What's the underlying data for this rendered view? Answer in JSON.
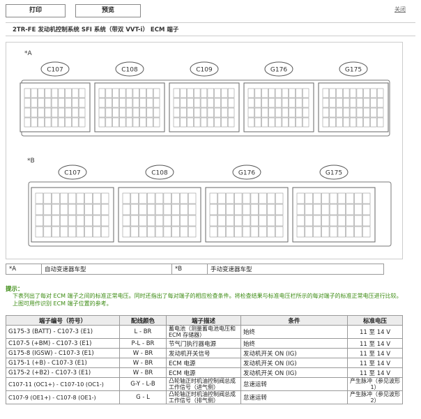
{
  "toolbar": {
    "print_label": "打印",
    "preview_label": "预览",
    "close_label": "关闭"
  },
  "page_title": "2TR-FE 发动机控制系统  SFI 系统（带双 VVT-i）  ECM 端子",
  "figure": {
    "section_a_label": "*A",
    "section_b_label": "*B",
    "section_a_connectors": [
      "C107",
      "C108",
      "C109",
      "G176",
      "G175"
    ],
    "section_b_connectors": [
      "C107",
      "C108",
      "G176",
      "G175"
    ]
  },
  "legend": [
    {
      "key": "*A",
      "value": "自动变速器车型"
    },
    {
      "key": "*B",
      "value": "手动变速器车型"
    }
  ],
  "note": {
    "title": "提示：",
    "text": "下表列出了每对 ECM 端子之间的标准正常电压。同时还指出了每对端子的相应检查条件。将检查结果与标准电压栏所示的每对端子的标准正常电压进行比较。上图可用作识别 ECM 端子位置的参考。"
  },
  "table": {
    "headers": [
      "端子编号（符号）",
      "配线颜色",
      "端子描述",
      "条件",
      "标准电压"
    ],
    "rows": [
      {
        "terminal": "G175-3 (BATT) - C107-3 (E1)",
        "wire": "L - BR",
        "desc": "蓄电池（测量蓄电池电压和 ECM 存储器）",
        "cond": "始终",
        "volt": "11 至 14 V"
      },
      {
        "terminal": "C107-5 (+BM) - C107-3 (E1)",
        "wire": "P-L - BR",
        "desc": "节气门执行器电源",
        "cond": "始终",
        "volt": "11 至 14 V"
      },
      {
        "terminal": "G175-8 (IGSW) - C107-3 (E1)",
        "wire": "W - BR",
        "desc": "发动机开关信号",
        "cond": "发动机开关 ON (IG)",
        "volt": "11 至 14 V"
      },
      {
        "terminal": "G175-1 (+B) - C107-3 (E1)",
        "wire": "W - BR",
        "desc": "ECM 电源",
        "cond": "发动机开关 ON (IG)",
        "volt": "11 至 14 V"
      },
      {
        "terminal": "G175-2 (+B2) - C107-3 (E1)",
        "wire": "W - BR",
        "desc": "ECM 电源",
        "cond": "发动机开关 ON (IG)",
        "volt": "11 至 14 V"
      },
      {
        "terminal": "C107-11 (OC1+) - C107-10 (OC1-)",
        "wire": "G-Y - L-B",
        "desc": "凸轮轴正时机油控制阀总成工作信号（进气侧）",
        "cond": "怠速运转",
        "volt": "产生脉冲（参见波形 1）"
      },
      {
        "terminal": "C107-9 (OE1+) - C107-8 (OE1-)",
        "wire": "G - L",
        "desc": "凸轮轴正时机油控制阀总成工作信号（排气侧）",
        "cond": "怠速运转",
        "volt": "产生脉冲（参见波形 2）"
      }
    ]
  }
}
